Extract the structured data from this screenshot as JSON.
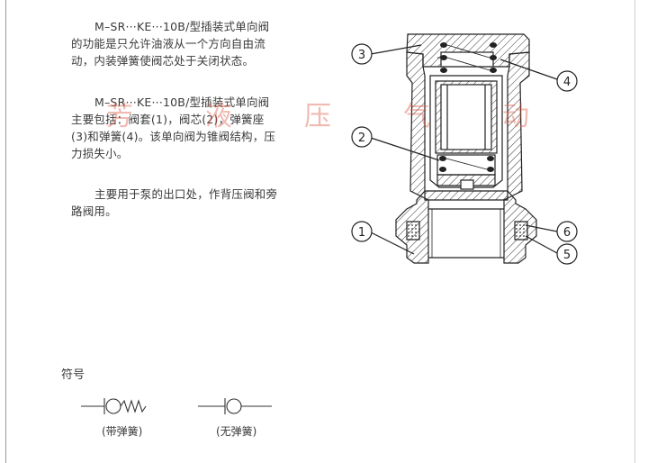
{
  "description": {
    "paragraph1": "M–SR···KE···10B/型插装式单向阀的功能是只允许油液从一个方向自由流动，内装弹簧使阀芯处于关闭状态。",
    "paragraph2": "M–SR···KE···10B/型插装式单向阀主要包括：阀套(1)，阀芯(2)，弹簧座(3)和弹簧(4)。该单向阀为锥阀结构，压力损失小。",
    "paragraph3": "主要用于泵的出口处，作背压阀和旁路阀用。"
  },
  "watermark": [
    "芳",
    "液",
    "压",
    "气",
    "动"
  ],
  "drawing": {
    "callouts": [
      "1",
      "2",
      "3",
      "4",
      "5",
      "6"
    ]
  },
  "symbols": {
    "title": "符号",
    "with_spring": "(带弹簧)",
    "without_spring": "(无弹簧)"
  },
  "colors": {
    "text": "#3a3a3a",
    "line": "#222222",
    "watermark": "#dc5a46"
  }
}
